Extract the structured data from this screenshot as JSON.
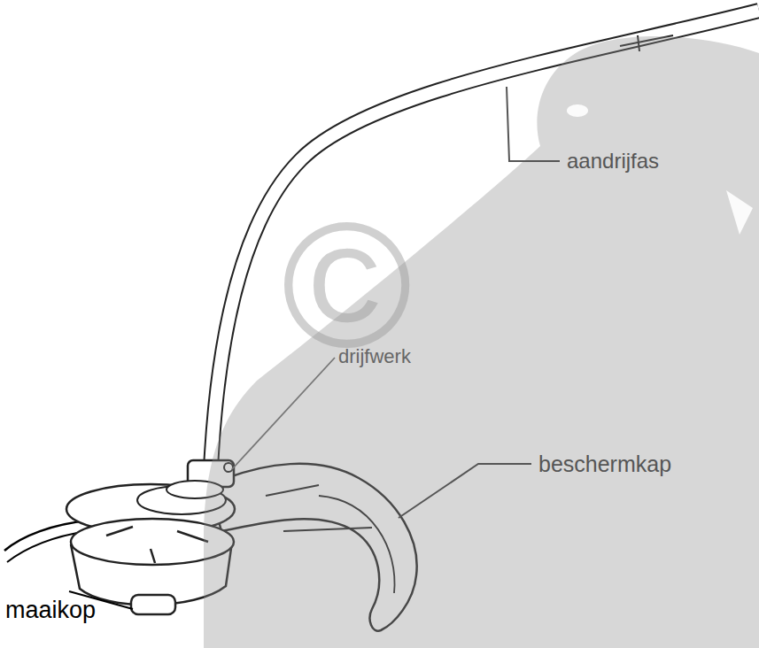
{
  "diagram": {
    "labels": [
      "aandrijfas",
      "drijfwerk",
      "beschermkap",
      "maaikop",
      "©"
    ]
  }
}
